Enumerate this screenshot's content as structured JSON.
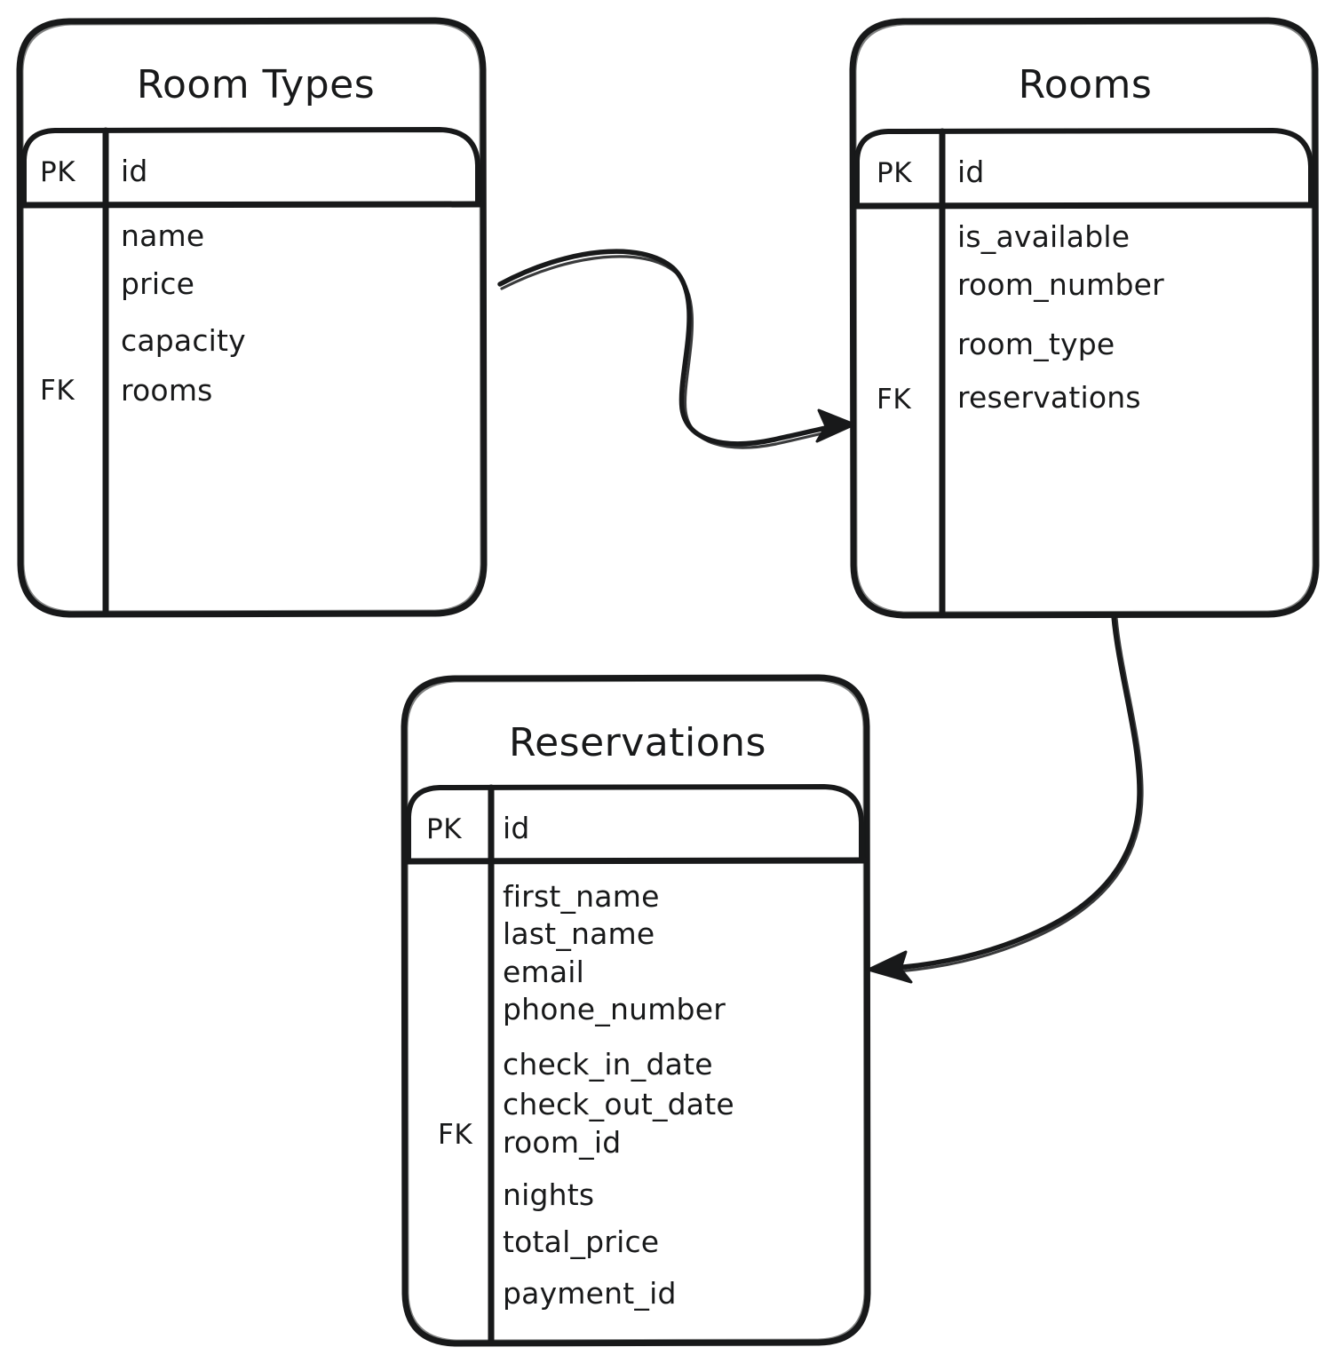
{
  "diagram": {
    "type": "entity-relationship-diagram",
    "style": "hand-drawn sketch",
    "background_color": "#ffffff",
    "stroke_color": "#18191a",
    "entities": [
      {
        "id": "room_types",
        "title": "Room Types",
        "primary_key": {
          "marker": "PK",
          "field": "id"
        },
        "foreign_key_marker": "FK",
        "fields": [
          "name",
          "price",
          "capacity",
          "rooms"
        ]
      },
      {
        "id": "rooms",
        "title": "Rooms",
        "primary_key": {
          "marker": "PK",
          "field": "id"
        },
        "foreign_key_marker": "FK",
        "fields": [
          "is_available",
          "room_number",
          "room_type",
          "reservations"
        ]
      },
      {
        "id": "reservations",
        "title": "Reservations",
        "primary_key": {
          "marker": "PK",
          "field": "id"
        },
        "foreign_key_marker": "FK",
        "fields": [
          "first_name",
          "last_name",
          "email",
          "phone_number",
          "check_in_date",
          "check_out_date",
          "room_id",
          "nights",
          "total_price",
          "payment_id"
        ]
      }
    ],
    "relationships": [
      {
        "id": "rel-room-types-to-rooms",
        "from": "room_types",
        "to": "rooms",
        "arrow": "single-headed"
      },
      {
        "id": "rel-rooms-to-reservations",
        "from": "rooms",
        "to": "reservations",
        "arrow": "single-headed"
      }
    ]
  }
}
